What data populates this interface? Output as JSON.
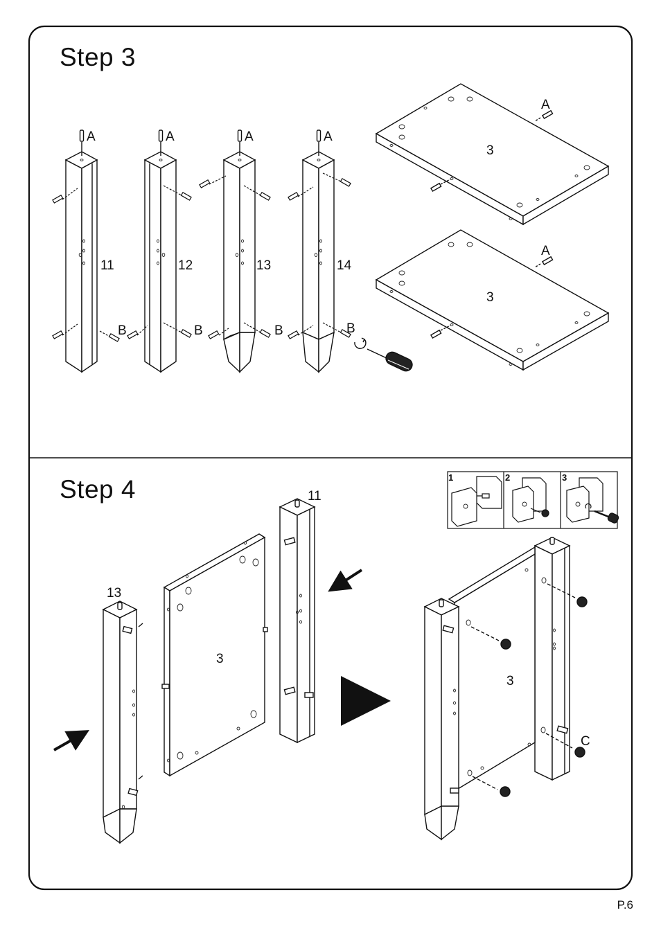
{
  "page_number": "P.6",
  "step3": {
    "title": "Step  3",
    "legs": [
      {
        "label": "11",
        "top_dowel": "A",
        "side_screw": "B"
      },
      {
        "label": "12",
        "top_dowel": "A",
        "side_screw": "B"
      },
      {
        "label": "13",
        "top_dowel": "A",
        "side_screw": "B"
      },
      {
        "label": "14",
        "top_dowel": "A",
        "side_screw": "B"
      }
    ],
    "panels": [
      {
        "label": "3",
        "dowel": "A"
      },
      {
        "label": "3",
        "dowel": "A"
      }
    ]
  },
  "step4": {
    "title": "Step  4",
    "inset_steps": [
      "1",
      "2",
      "3"
    ],
    "left_leg": "13",
    "right_leg": "11",
    "panel": "3",
    "assembled_panel": "3",
    "cam_lock": "C"
  }
}
